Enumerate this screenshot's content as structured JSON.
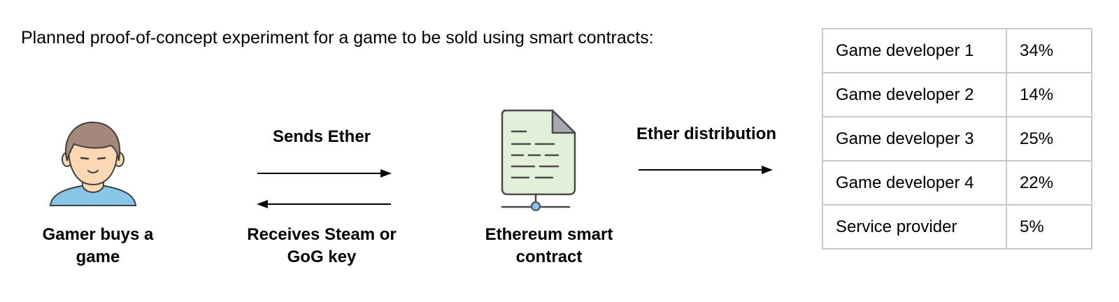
{
  "intro_text": "Planned proof-of-concept experiment for a game to be sold using smart contracts:",
  "nodes": {
    "gamer": {
      "line1": "Gamer buys a",
      "line2": "game",
      "icon": "person-icon"
    },
    "contract": {
      "line1": "Ethereum smart",
      "line2": "contract",
      "icon": "document-icon"
    }
  },
  "flows": {
    "send": "Sends Ether",
    "receive_line1": "Receives Steam or",
    "receive_line2": "GoG key",
    "distribution": "Ether distribution"
  },
  "distribution_table": [
    {
      "name": "Game developer 1",
      "share": "34%"
    },
    {
      "name": "Game developer 2",
      "share": "14%"
    },
    {
      "name": "Game developer 3",
      "share": "25%"
    },
    {
      "name": "Game developer 4",
      "share": "22%"
    },
    {
      "name": "Service provider",
      "share": "5%"
    }
  ],
  "colors": {
    "hair": "#a3887b",
    "skin": "#fcd7b3",
    "shirt": "#87c6e6",
    "document": "#e2efd9",
    "outline": "#4a4a4a",
    "table_border": "#c8c8c8"
  }
}
